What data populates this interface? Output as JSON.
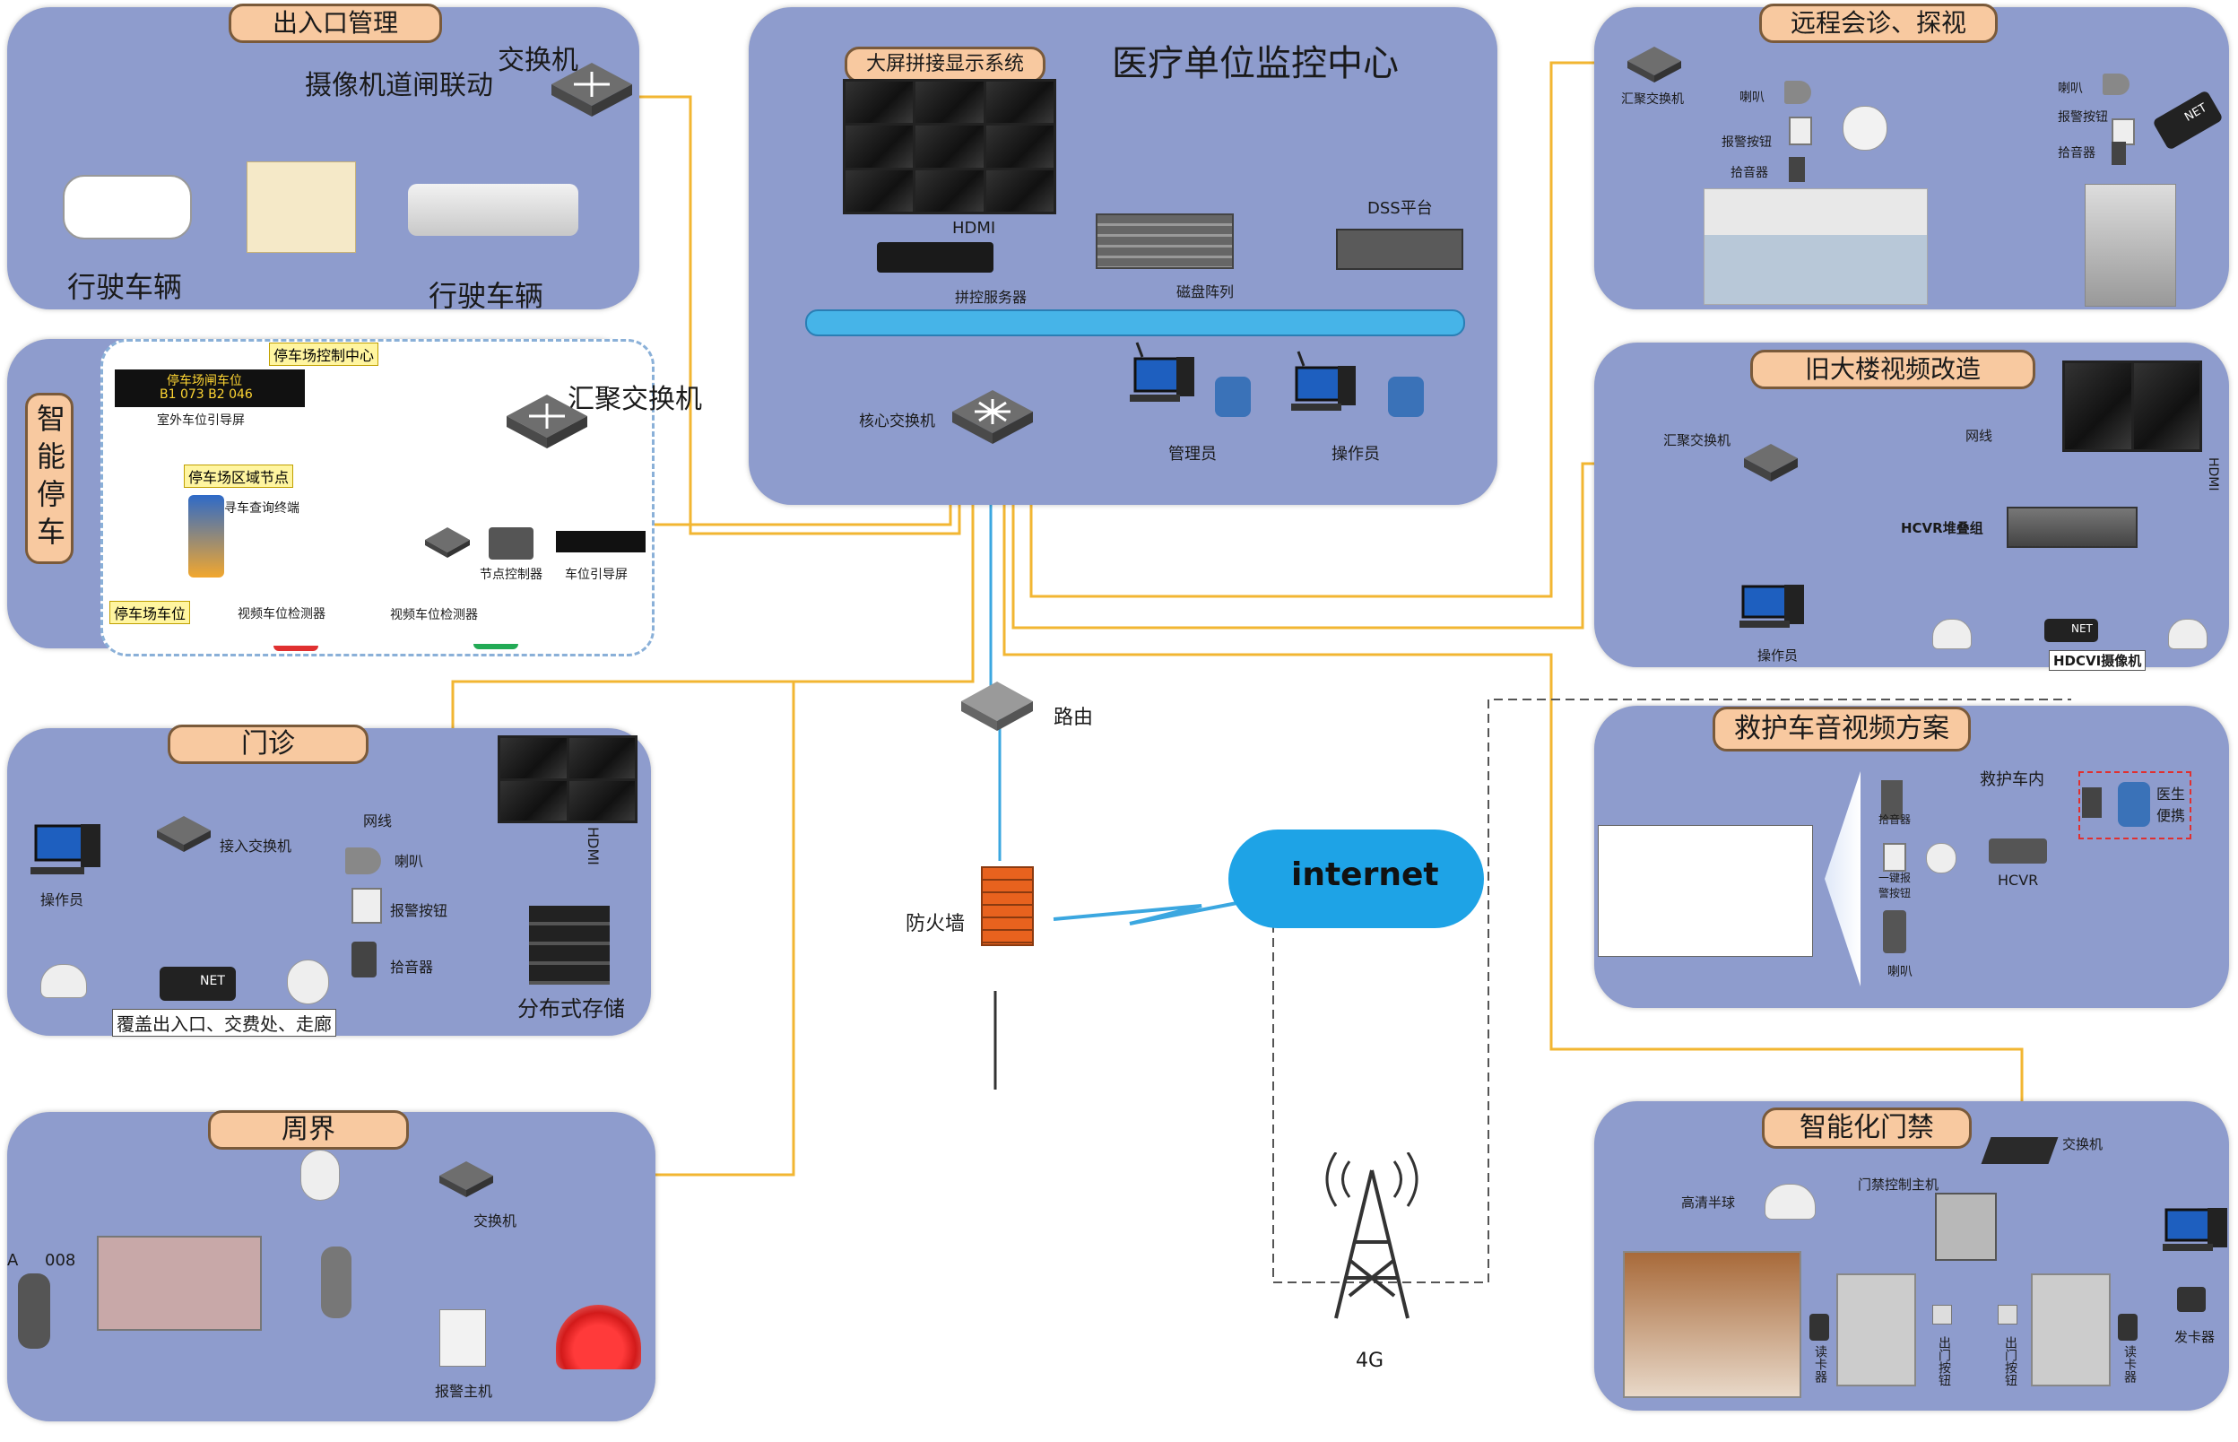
{
  "center": {
    "title": "医疗单位监控中心",
    "wall_tag": "大屏拼接显示系统",
    "hdmi": "HDMI",
    "splice_server": "拼控服务器",
    "disk_array": "磁盘阵列",
    "dss": "DSS平台",
    "core_switch": "核心交换机",
    "admin": "管理员",
    "operator": "操作员"
  },
  "entrance": {
    "tag": "出入口管理",
    "camera_link": "摄像机道闸联动",
    "switch": "交换机",
    "vehicle_left": "行驶车辆",
    "vehicle_right": "行驶车辆"
  },
  "parking": {
    "vertical_tag": "智能停车",
    "control_center": "停车场控制中心",
    "display_title": "停车场闸车位",
    "display_row": "B1 073  B2 046",
    "outdoor_screen": "室外车位引导屏",
    "area_node": "停车场区域节点",
    "query_terminal": "寻车查询终端",
    "agg_switch": "汇聚交换机",
    "node_controller": "节点控制器",
    "guide_screen": "车位引导屏",
    "parking_space": "停车场车位",
    "detector_1": "视频车位检测器",
    "detector_2": "视频车位检测器"
  },
  "clinic": {
    "tag": "门诊",
    "operator": "操作员",
    "access_switch": "接入交换机",
    "net_cable": "网线",
    "speaker": "喇叭",
    "alarm_button": "报警按钮",
    "pickup": "拾音器",
    "hdmi_vertical": "HDMI",
    "storage": "分布式存储",
    "coverage": "覆盖出入口、交费处、走廊",
    "net": "NET"
  },
  "perimeter": {
    "tag": "周界",
    "switch": "交换机",
    "alarm_host": "报警主机",
    "label_a": "A",
    "label_008": "008"
  },
  "network": {
    "router": "路由",
    "firewall": "防火墙",
    "internet": "internet",
    "tower": "4G"
  },
  "remote": {
    "tag": "远程会诊、探视",
    "agg_switch": "汇聚交换机",
    "speaker_l": "喇叭",
    "alarm_l": "报警按钮",
    "pickup_l": "拾音器",
    "speaker_r": "喇叭",
    "alarm_r": "报警按钮",
    "pickup_r": "拾音器",
    "net": "NET"
  },
  "oldbuilding": {
    "tag": "旧大楼视频改造",
    "agg_switch": "汇聚交换机",
    "net_cable": "网线",
    "hdmi_vertical": "HDMI",
    "hcvr": "HCVR堆叠组",
    "operator": "操作员",
    "hdcvi": "HDCVI摄像机",
    "net": "NET"
  },
  "ambulance": {
    "tag": "救护车音视频方案",
    "inside": "救护车内",
    "doctor": "医生便携",
    "pickup": "拾音器",
    "alarm": "一键报警按钮",
    "hcvr": "HCVR",
    "speaker": "喇叭"
  },
  "access": {
    "tag": "智能化门禁",
    "switch": "交换机",
    "dome": "高清半球",
    "controller": "门禁控制主机",
    "reader_l": "读卡器",
    "exit_l": "出门按钮",
    "exit_r": "出门按钮",
    "reader_r": "读卡器",
    "issuer": "发卡器"
  }
}
